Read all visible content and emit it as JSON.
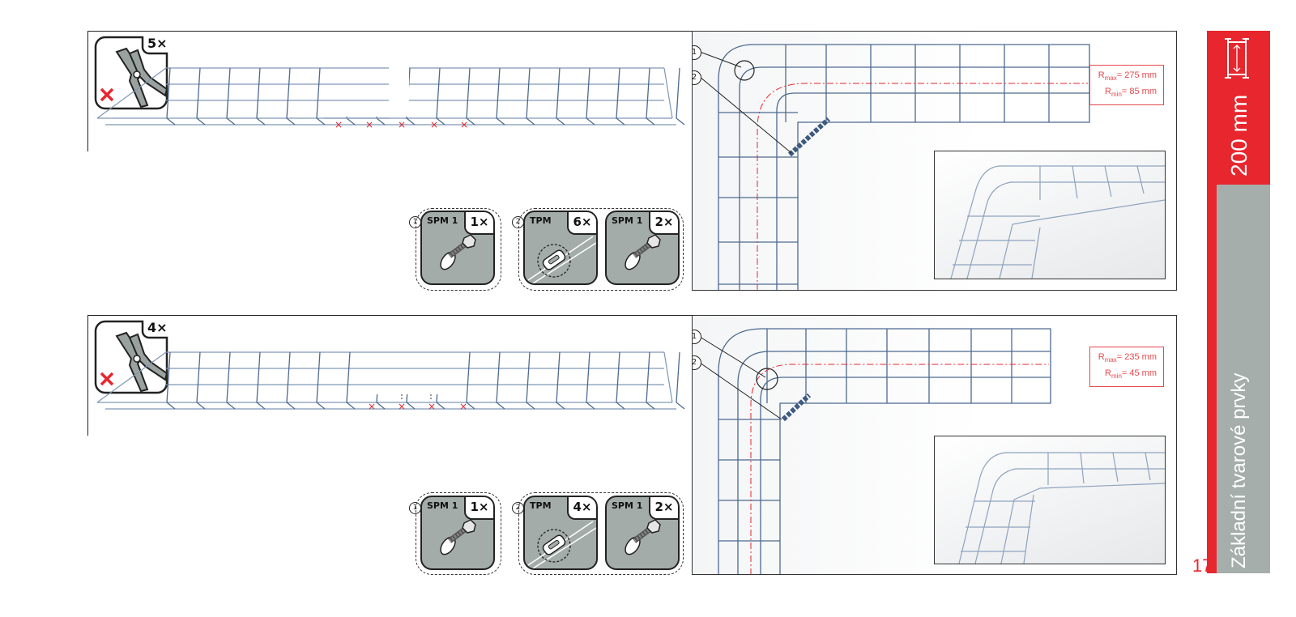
{
  "colors": {
    "accent": "#e8262e",
    "grey": "#a5aeaa",
    "wire": "#6a86a8"
  },
  "side_tab": {
    "size_label": "200 mm",
    "section_title": "Základní tvarové prvky",
    "page_number": "17"
  },
  "sections": [
    {
      "cut_tool": {
        "icon": "bolt-cutter-icon",
        "count": "5×"
      },
      "radius": {
        "rmax": "= 275 mm",
        "rmin": "= 85 mm",
        "rmax_sub": "max",
        "rmin_sub": "min",
        "r": "R"
      },
      "callouts": [
        "1",
        "2"
      ],
      "parts": [
        {
          "index": "1",
          "items": [
            {
              "name": "SPM 1",
              "qty": "1×",
              "icon": "bolt-nut-icon"
            }
          ]
        },
        {
          "index": "2",
          "items": [
            {
              "name": "TPM",
              "qty": "6×",
              "icon": "connector-plate-icon"
            },
            {
              "name": "SPM 1",
              "qty": "2×",
              "icon": "bolt-nut-icon"
            }
          ]
        }
      ]
    },
    {
      "cut_tool": {
        "icon": "bolt-cutter-icon",
        "count": "4×"
      },
      "radius": {
        "rmax": "= 235 mm",
        "rmin": "= 45 mm",
        "rmax_sub": "max",
        "rmin_sub": "min",
        "r": "R"
      },
      "callouts": [
        "1",
        "2"
      ],
      "parts": [
        {
          "index": "1",
          "items": [
            {
              "name": "SPM 1",
              "qty": "1×",
              "icon": "bolt-nut-icon"
            }
          ]
        },
        {
          "index": "2",
          "items": [
            {
              "name": "TPM",
              "qty": "4×",
              "icon": "connector-plate-icon"
            },
            {
              "name": "SPM 1",
              "qty": "2×",
              "icon": "bolt-nut-icon"
            }
          ]
        }
      ]
    }
  ]
}
